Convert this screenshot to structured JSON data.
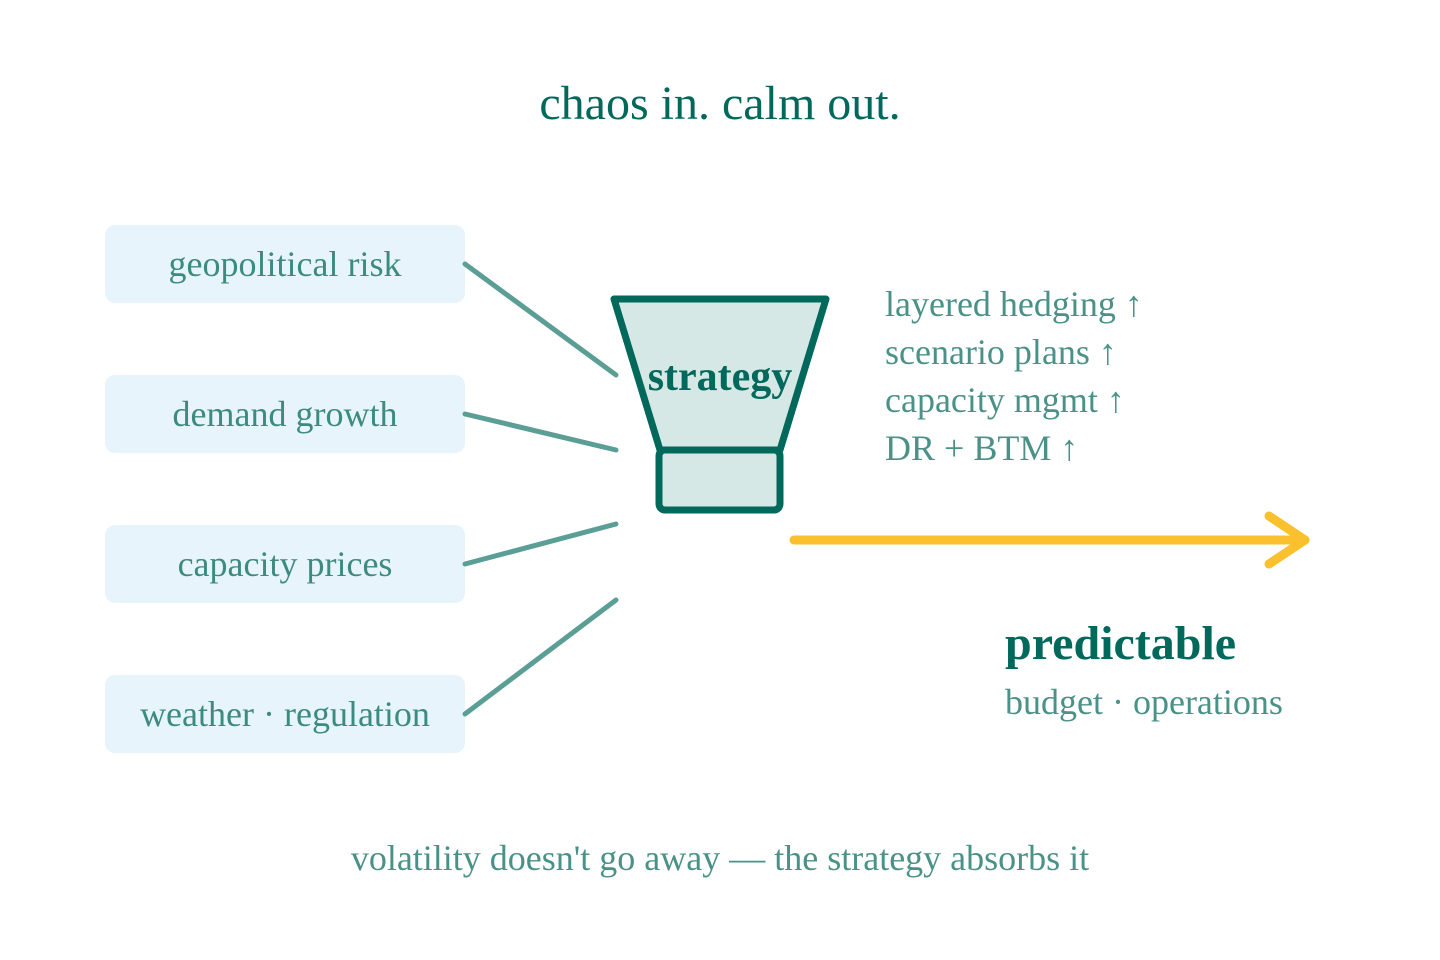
{
  "title": "chaos in. calm out.",
  "inputs": [
    "geopolitical risk",
    "demand growth",
    "capacity prices",
    "weather · regulation"
  ],
  "funnel": {
    "label": "strategy"
  },
  "levers": [
    "layered hedging ↑",
    "scenario plans ↑",
    "capacity mgmt ↑",
    "DR + BTM ↑"
  ],
  "outcome": {
    "title": "predictable",
    "subtitle": "budget · operations"
  },
  "footer": "volatility doesn't go away — the strategy absorbs it",
  "colors": {
    "primary": "#00695c",
    "text_muted": "#4a9188",
    "connector": "#5a9e95",
    "box_fill": "#e7f4fc",
    "funnel_fill": "#d6e8e5",
    "arrow": "#fbc02d"
  }
}
